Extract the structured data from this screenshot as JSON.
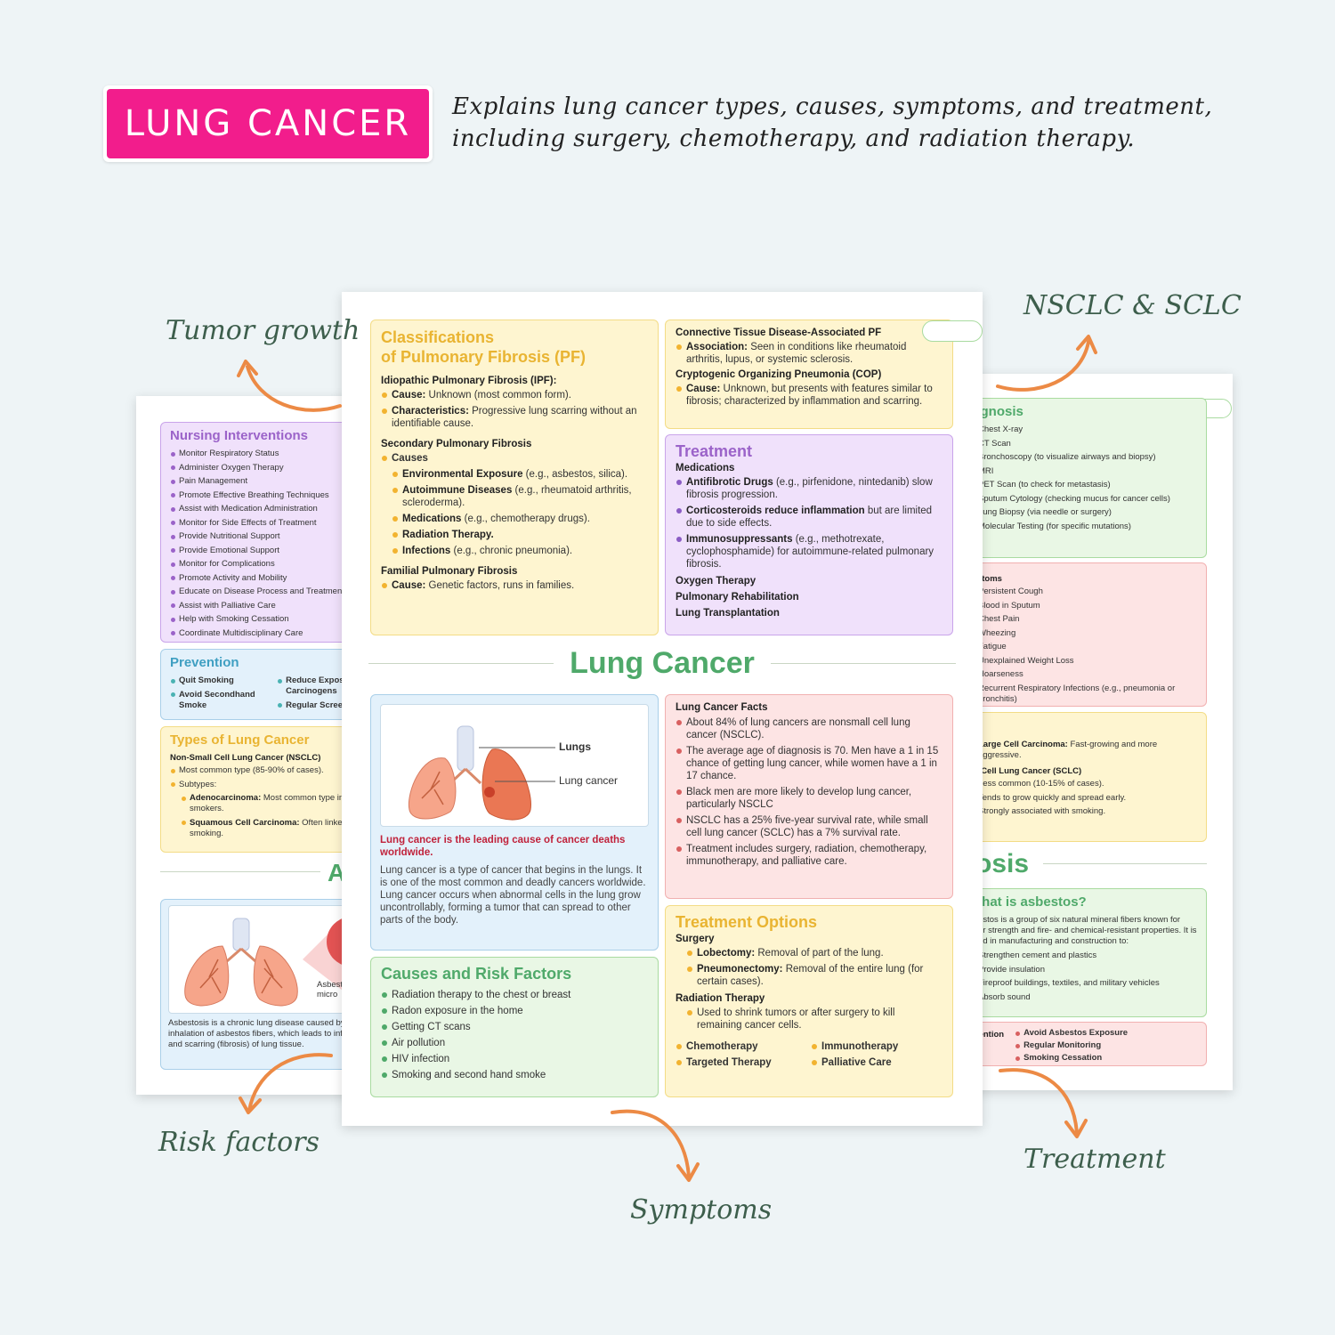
{
  "header": {
    "badge": "LUNG CANCER",
    "description": "Explains lung cancer types, causes, symptoms, and treatment, including surgery, chemotherapy, and radiation therapy."
  },
  "callouts": {
    "tumor_growth": "Tumor growth",
    "nsclc_sclc": "NSCLC & SCLC",
    "risk_factors": "Risk factors",
    "symptoms": "Symptoms",
    "treatment": "Treatment"
  },
  "colors": {
    "accent_pink": "#f21d8c",
    "arrow_orange": "#ec8a45",
    "heading_green": "#4fa96a"
  },
  "left_sheet": {
    "nursing": {
      "title": "Nursing Interventions",
      "items": [
        "Monitor Respiratory Status",
        "Administer Oxygen Therapy",
        "Pain Management",
        "Promote Effective Breathing Techniques",
        "Assist with Medication Administration",
        "Monitor for Side Effects of Treatment",
        "Provide Nutritional Support",
        "Provide Emotional Support",
        "Monitor for Complications",
        "Promote Activity and Mobility",
        "Educate on Disease Process and Treatment",
        "Assist with Palliative Care",
        "Help with Smoking Cessation",
        "Coordinate Multidisciplinary Care"
      ]
    },
    "prevention": {
      "title": "Prevention",
      "col1": [
        "Quit Smoking",
        "Avoid Secondhand Smoke"
      ],
      "col2": [
        "Reduce Exposure to Carcinogens",
        "Regular Screening"
      ]
    },
    "types": {
      "title": "Types of Lung Cancer",
      "nsclc_heading": "Non-Small Cell Lung Cancer (NSCLC)",
      "item1": "Most common type (85-90% of cases).",
      "item2": "Subtypes:",
      "adeno_b": "Adenocarcinoma:",
      "adeno_t": " Most common type in non-smokers.",
      "squam_b": "Squamous Cell Carcinoma:",
      "squam_t": " Often linked to smoking."
    },
    "asbestosis_partial": "A",
    "illustration_label": "Asbestos micro",
    "caption": "Asbestosis is a chronic lung disease caused by long-term inhalation of asbestos fibers, which leads to inflammation and scarring (fibrosis) of lung tissue."
  },
  "main_sheet": {
    "classification": {
      "title_line1": "Classifications",
      "title_line2": "of Pulmonary Fibrosis (PF)",
      "ipf_heading": "Idiopathic Pulmonary Fibrosis (IPF):",
      "ipf_cause_b": "Cause:",
      "ipf_cause_t": " Unknown (most common form).",
      "ipf_char_b": "Characteristics:",
      "ipf_char_t": " Progressive lung scarring without an identifiable cause.",
      "spf_heading": "Secondary Pulmonary Fibrosis",
      "causes": "Causes",
      "env_b": "Environmental Exposure",
      "env_t": " (e.g., asbestos, silica).",
      "auto_b": "Autoimmune Diseases",
      "auto_t": " (e.g., rheumatoid arthritis, scleroderma).",
      "med_b": "Medications",
      "med_t": " (e.g., chemotherapy drugs).",
      "rad_b": "Radiation Therapy.",
      "inf_b": "Infections",
      "inf_t": " (e.g., chronic pneumonia).",
      "fpf_heading": "Familial Pulmonary Fibrosis",
      "fpf_cause_b": "Cause:",
      "fpf_cause_t": " Genetic factors, runs in families."
    },
    "ctd": {
      "heading": "Connective Tissue Disease-Associated PF",
      "assoc_b": "Association:",
      "assoc_t": " Seen in conditions like rheumatoid arthritis, lupus, or systemic sclerosis.",
      "cop_heading": "Cryptogenic Organizing Pneumonia (COP)",
      "cop_cause_b": "Cause:",
      "cop_cause_t": " Unknown, but presents with features similar to fibrosis; characterized by inflammation and scarring."
    },
    "treatment": {
      "title": "Treatment",
      "medications": "Medications",
      "anti_b": "Antifibrotic Drugs",
      "anti_t": " (e.g., pirfenidone, nintedanib) slow fibrosis progression.",
      "cort_b": "Corticosteroids reduce inflammation",
      "cort_t": " but are limited due to side effects.",
      "immu_b": "Immunosuppressants",
      "immu_t": " (e.g., methotrexate, cyclophosphamide) for autoimmune-related pulmonary fibrosis.",
      "oxygen": "Oxygen Therapy",
      "rehab": "Pulmonary Rehabilitation",
      "transplant": "Lung Transplantation"
    },
    "big_heading": "Lung Cancer",
    "figure": {
      "label_lungs": "Lungs",
      "label_cancer": "Lung cancer"
    },
    "lead_statement": "Lung cancer is the leading cause of cancer deaths worldwide.",
    "definition": "Lung cancer is a type of cancer that begins in the lungs. It is one of the most common and deadly cancers worldwide. Lung cancer occurs when abnormal cells in the lung grow uncontrollably, forming a tumor that can spread to other parts of the body.",
    "facts": {
      "heading": "Lung Cancer Facts",
      "items": [
        "About 84% of lung cancers are nonsmall cell lung cancer (NSCLC).",
        "The average age of diagnosis is 70. Men have a 1 in 15 chance of getting lung cancer, while women have a 1 in 17 chance.",
        "Black men are more likely to develop lung cancer, particularly NSCLC",
        "NSCLC has a 25% five-year survival rate, while small cell lung cancer (SCLC) has a 7% survival rate.",
        "Treatment includes surgery, radiation, chemotherapy, immunotherapy, and palliative care."
      ]
    },
    "causes": {
      "title": "Causes and Risk Factors",
      "items": [
        "Radiation therapy to the chest or breast",
        "Radon exposure in the home",
        "Getting CT scans",
        "Air pollution",
        "HIV infection",
        "Smoking and second hand smoke"
      ]
    },
    "options": {
      "title": "Treatment Options",
      "surgery": "Surgery",
      "lob_b": "Lobectomy:",
      "lob_t": " Removal of part of the lung.",
      "pne_b": "Pneumonectomy:",
      "pne_t": " Removal of the entire lung (for certain cases).",
      "radiation": "Radiation Therapy",
      "rad_t": "Used to shrink tumors or after surgery to kill remaining cancer cells.",
      "chemo": "Chemotherapy",
      "immuno": "Immunotherapy",
      "targeted": "Targeted Therapy",
      "palliative": "Palliative Care"
    }
  },
  "right_sheet": {
    "diagnosis": {
      "title": "iagnosis",
      "items": [
        "Chest X-ray",
        "CT Scan",
        "Bronchoscopy (to visualize airways and biopsy)",
        "MRI",
        "PET Scan (to check for metastasis)",
        "Sputum Cytology (checking mucus for cancer cells)",
        "Lung Biopsy (via needle or surgery)",
        "Molecular Testing (for specific mutations)"
      ]
    },
    "symptoms": {
      "title": "mptoms",
      "items": [
        "Persistent Cough",
        "Blood in Sputum",
        "Chest Pain",
        "Wheezing",
        "Fatigue",
        "Unexplained Weight Loss",
        "Hoarseness",
        "Recurrent Respiratory Infections (e.g., pneumonia or bronchitis)"
      ]
    },
    "types": {
      "large_b": "Large Cell Carcinoma:",
      "large_t": " Fast-growing and more aggressive.",
      "sclc_heading": "all Cell Lung Cancer (SCLC)",
      "items": [
        "Less common (10-15% of cases).",
        "Tends to grow quickly and spread early.",
        "Strongly associated with smoking."
      ]
    },
    "osis": "osis",
    "asbestos": {
      "title": "What is asbestos?",
      "text": "sbestos is a group of six natural mineral fibers known for their strength and fire- and chemical-resistant properties. It is used in manufacturing and construction to:",
      "items": [
        "Strengthen cement and plastics",
        "Provide insulation",
        "Fireproof buildings, textiles, and military vehicles",
        "Absorb sound"
      ]
    },
    "prevention": {
      "label": "evention",
      "items": [
        "Avoid Asbestos Exposure",
        "Regular Monitoring",
        "Smoking Cessation"
      ]
    }
  }
}
